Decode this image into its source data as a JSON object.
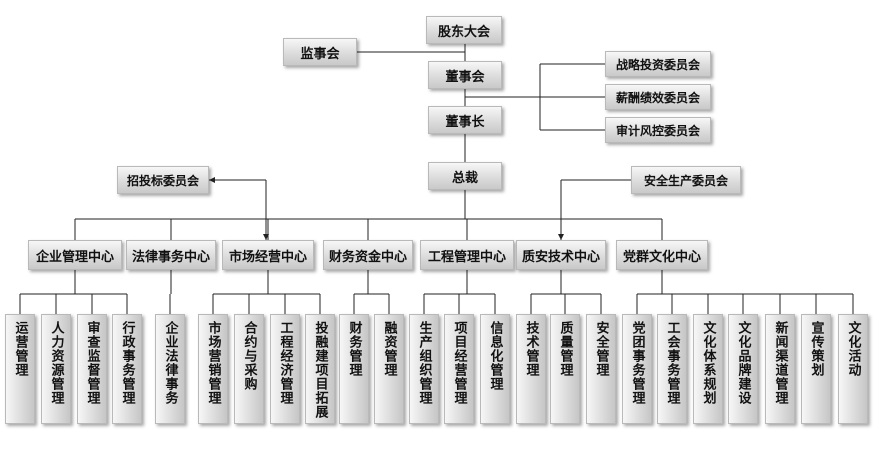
{
  "top": {
    "shareholders": "股东大会",
    "supervisors": "监事会",
    "board": "董事会",
    "chairman": "董事长",
    "president": "总裁"
  },
  "committees": {
    "strategy": "战略投资委员会",
    "compensation": "薪酬绩效委员会",
    "audit": "审计风控委员会",
    "tender": "招投标委员会",
    "safety": "安全生产委员会"
  },
  "centers": [
    {
      "name": "企业管理中心",
      "items": [
        "运营管理",
        "人力资源管理",
        "审查监督管理",
        "行政事务管理"
      ]
    },
    {
      "name": "法律事务中心",
      "items": [
        "企业法律事务"
      ]
    },
    {
      "name": "市场经营中心",
      "items": [
        "市场营销管理",
        "合约与采购",
        "工程经济管理",
        "投融建项目拓展"
      ]
    },
    {
      "name": "财务资金中心",
      "items": [
        "财务管理",
        "融资管理"
      ]
    },
    {
      "name": "工程管理中心",
      "items": [
        "生产组织管理",
        "项目经营管理",
        "信息化管理"
      ]
    },
    {
      "name": "质安技术中心",
      "items": [
        "技术管理",
        "质量管理",
        "安全管理"
      ]
    },
    {
      "name": "党群文化中心",
      "items": [
        "党团事务管理",
        "工会事务管理",
        "文化体系规划",
        "文化品牌建设",
        "新闻渠道管理",
        "宣传策划",
        "文化活动"
      ]
    }
  ]
}
